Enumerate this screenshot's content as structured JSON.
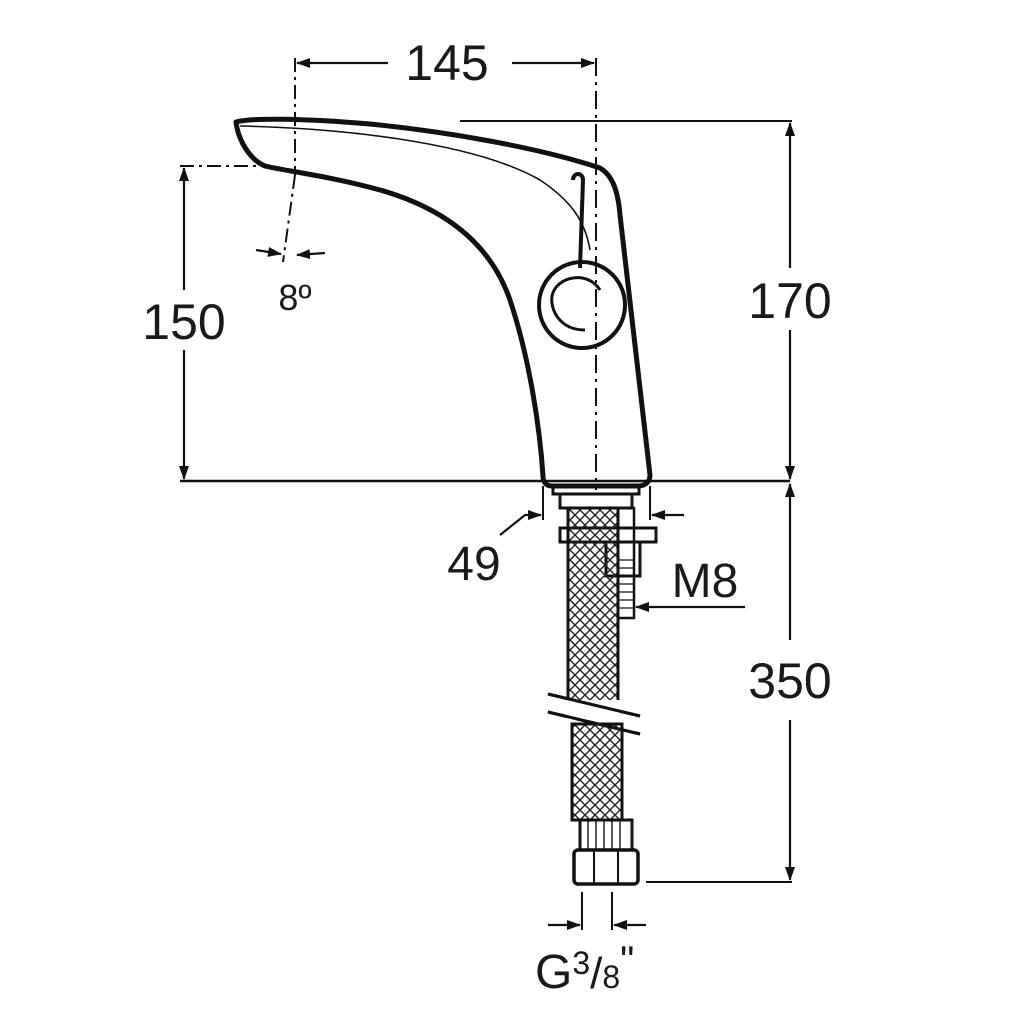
{
  "dimensions": {
    "spout_reach": "145",
    "spout_height": "150",
    "total_height": "170",
    "spout_angle": "8º",
    "base_diameter": "49",
    "fixing_thread": "M8",
    "hose_length": "350",
    "connection_prefix": "G",
    "connection_num": "3",
    "connection_den": "8",
    "connection_suffix": "\""
  },
  "colors": {
    "line": "#111111",
    "background": "#ffffff"
  }
}
